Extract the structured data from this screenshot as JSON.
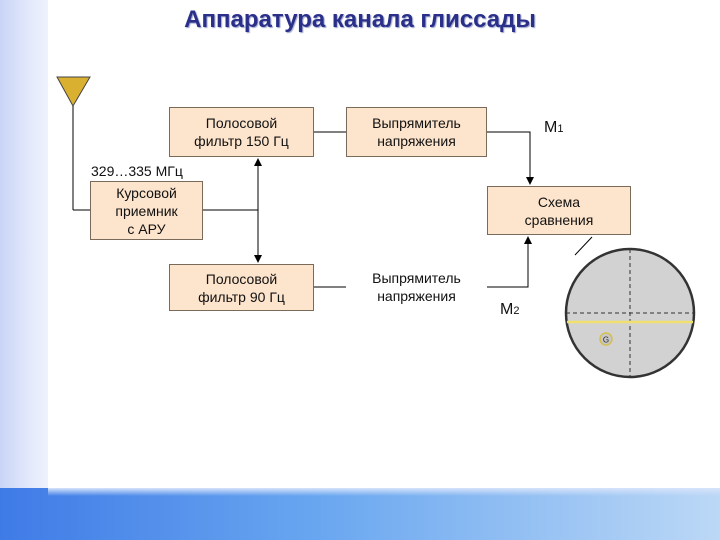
{
  "title": "Аппаратура канала глиссады",
  "blocks": {
    "bandpass_150": "Полосовой\nфильтр 150 Гц",
    "rectifier_top": "Выпрямитель\nнапряжения",
    "course_receiver": "Курсовой\nприемник\nс АРУ",
    "comparison": "Схема\nсравнения",
    "bandpass_90": "Полосовой\nфильтр 90 Гц",
    "rectifier_bottom": "Выпрямитель\nнапряжения"
  },
  "labels": {
    "frequency": "329…335 МГц",
    "m1": "М",
    "m1_sub": "1",
    "m2": "М",
    "m2_sub": "2",
    "indicator_mark": "G"
  },
  "colors": {
    "title": "#2a2f8a",
    "box_fill": "#fde4cc",
    "antenna_fill": "#d9b030",
    "indicator_fill": "#d2d2d2",
    "indicator_line": "#f0e070"
  }
}
